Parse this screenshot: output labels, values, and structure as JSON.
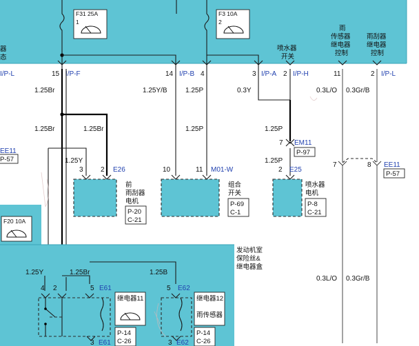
{
  "top_fuses": [
    {
      "label": "F31 25A",
      "pin_top": "1",
      "pin_bottom": "",
      "icon": "wiper-icon"
    },
    {
      "label": "F3 10A",
      "pin_top": "",
      "pin_bottom": "2",
      "icon": "wiper-icon"
    }
  ],
  "top_labels": {
    "washer_switch": [
      "喷水器",
      "开关"
    ],
    "rain_sensor_relay": [
      "雨",
      "传感器",
      "继电器",
      "控制"
    ],
    "wiper_relay": [
      "雨刮器",
      "继电器",
      "控制"
    ],
    "left_fragment": [
      "器",
      "态"
    ]
  },
  "ip_row": {
    "left": {
      "pin": "",
      "conn": "I/P-L"
    },
    "pins": [
      {
        "pin": "15",
        "conn": "I/P-F"
      },
      {
        "pin": "14",
        "conn": "I/P-B"
      },
      {
        "pin": "4",
        "conn": ""
      },
      {
        "pin": "3",
        "conn": "I/P-A"
      },
      {
        "pin": "2",
        "conn": "I/P-H"
      },
      {
        "pin": "11",
        "conn": ""
      },
      {
        "pin": "2",
        "conn": "I/P-L"
      }
    ]
  },
  "wire_labels": {
    "r1": [
      "1.25Br",
      "1.25Y/B",
      "1.25P",
      "0.3Y",
      "0.3L/O",
      "0.3Gr/B"
    ],
    "r2": [
      "1.25Br",
      "1.25Br",
      "1.25P",
      "1.25P"
    ],
    "r3": [
      "1.25Y",
      "1.25P"
    ],
    "lower": [
      "1.25Y",
      "1.25Br",
      "1.25B",
      "0.3L/O",
      "0.3Gr/B"
    ]
  },
  "em11": {
    "pin": "7",
    "conn": "EM11",
    "ref": "P-97"
  },
  "ee11_left": {
    "conn": "EE11",
    "ref": "P-57"
  },
  "ee11_right": {
    "pin_a": "7",
    "pin_b": "8",
    "conn": "EE11",
    "ref": "P-57"
  },
  "components": {
    "front_wiper_motor": {
      "pins": [
        "3",
        "2"
      ],
      "conn": "E26",
      "name": [
        "前",
        "雨刮器",
        "电机"
      ],
      "refs": [
        "P-20",
        "C-21"
      ]
    },
    "combo_switch": {
      "pins": [
        "10",
        "11"
      ],
      "conn": "M01-W",
      "name": [
        "组合",
        "开关"
      ],
      "refs": [
        "P-69",
        "C-1"
      ]
    },
    "washer_motor": {
      "pin": "2",
      "conn": "E25",
      "name": [
        "喷水器",
        "电机"
      ],
      "refs": [
        "P-8",
        "C-21"
      ]
    }
  },
  "lower_fuse": {
    "label": "F20 10A",
    "icon": "wiper-icon"
  },
  "engine_box": {
    "label": [
      "发动机室",
      "保险丝&",
      "继电器盒"
    ]
  },
  "relay11": {
    "label": "继电器11",
    "pins": [
      "4",
      "2",
      "5"
    ],
    "conn": "E61",
    "bottom_pin": "3",
    "bottom_conn": "E61",
    "refs": [
      "P-14",
      "C-26"
    ]
  },
  "relay12": {
    "label": "继电器12",
    "sub": "雨传感器",
    "pin": "5",
    "conn": "E62",
    "bottom_pin": "3",
    "bottom_conn": "E62",
    "refs": [
      "P-14",
      "C-26"
    ]
  },
  "colors": {
    "box": "#5ec4d4",
    "connector": "#1f3fae",
    "wire": "#1a1a1a"
  }
}
